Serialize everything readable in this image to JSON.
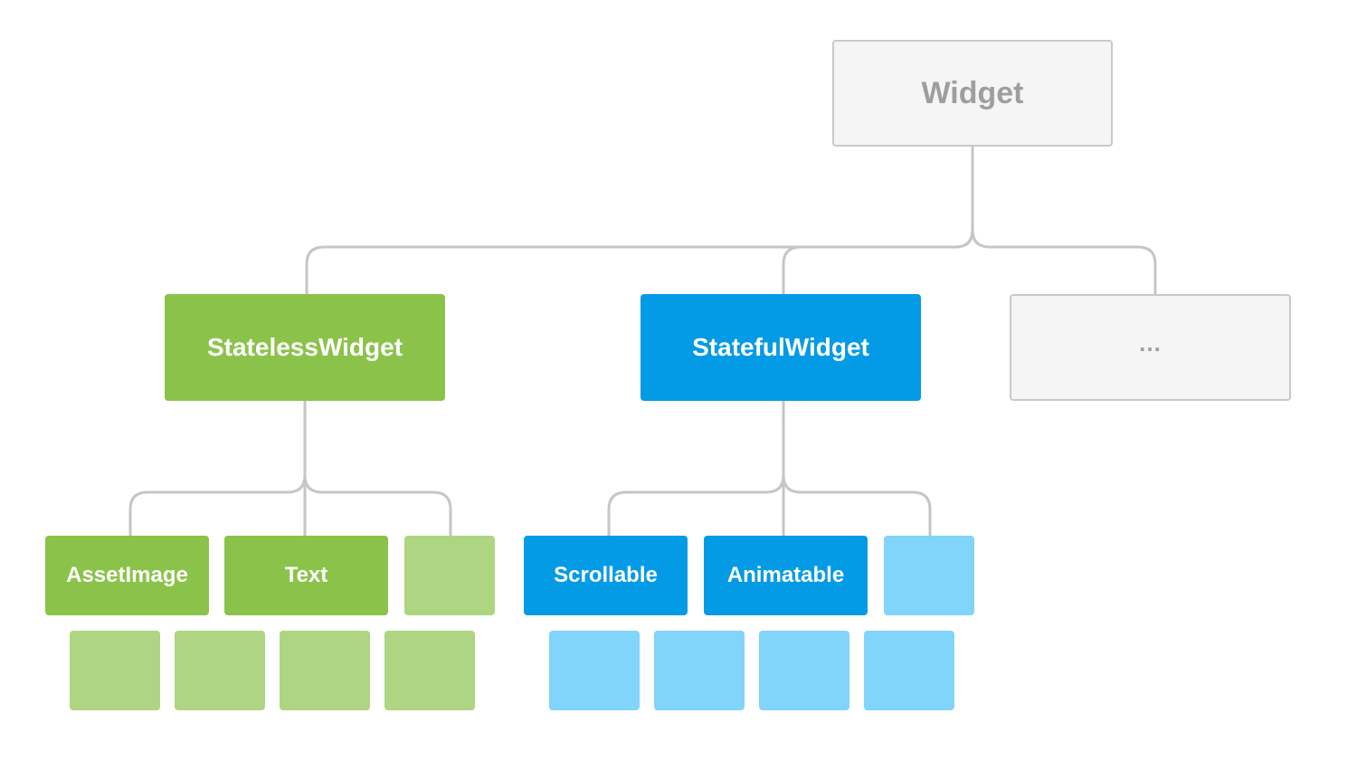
{
  "diagram": {
    "root": {
      "label": "Widget"
    },
    "children": [
      {
        "label": "StatelessWidget"
      },
      {
        "label": "StatefulWidget"
      },
      {
        "label": "..."
      }
    ],
    "stateless_children": [
      {
        "label": "AssetImage"
      },
      {
        "label": "Text"
      },
      {
        "label": ""
      }
    ],
    "stateful_children": [
      {
        "label": "Scrollable"
      },
      {
        "label": "Animatable"
      },
      {
        "label": ""
      }
    ],
    "colors": {
      "root_fill": "#f5f5f5",
      "root_border": "#c9c9c9",
      "root_text": "#9e9e9e",
      "stateless": "#8bc34a",
      "stateless_light": "#aed581",
      "stateful": "#039be5",
      "stateful_light": "#81d4fa",
      "connector": "#c6c6c6"
    }
  }
}
